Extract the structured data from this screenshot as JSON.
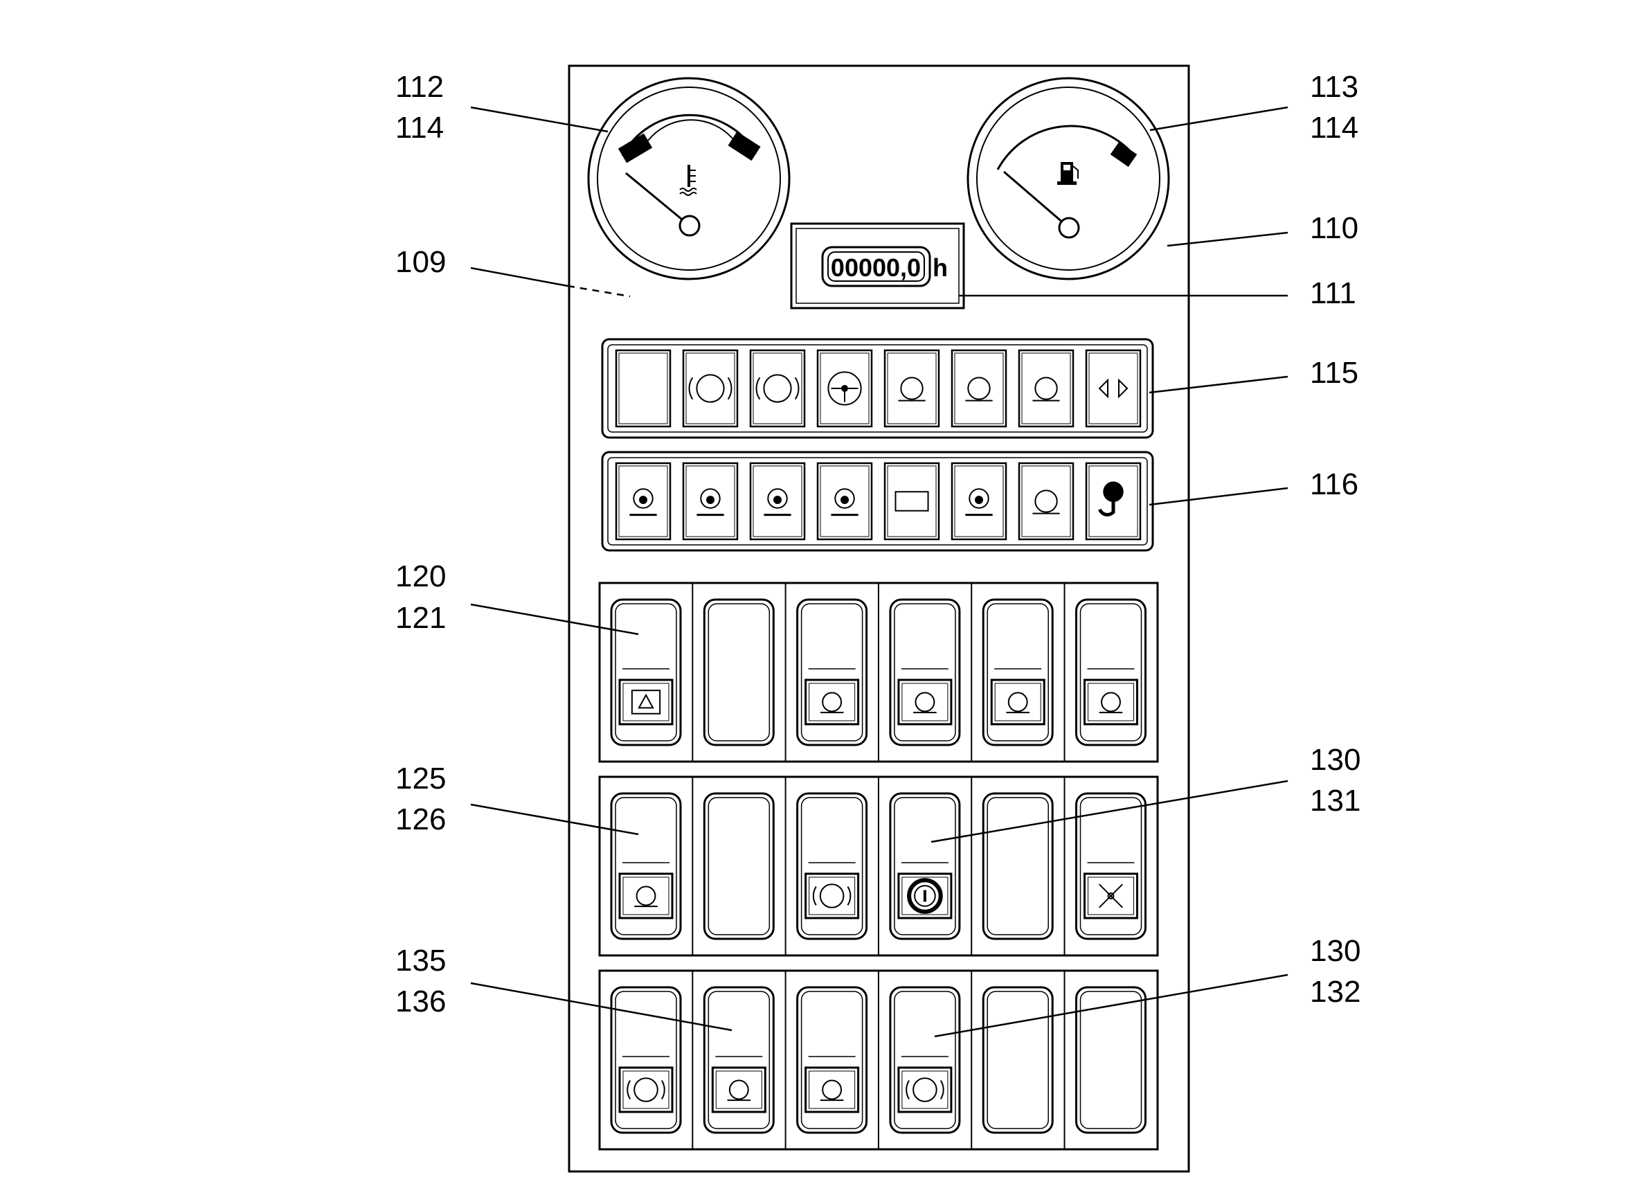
{
  "callouts": {
    "c112": "112",
    "c114a": "114",
    "c113": "113",
    "c114b": "114",
    "c109": "109",
    "c110": "110",
    "c111": "111",
    "c115": "115",
    "c116": "116",
    "c120": "120",
    "c121": "121",
    "c125": "125",
    "c126": "126",
    "c130a": "130",
    "c131": "131",
    "c135": "135",
    "c136": "136",
    "c130b": "130",
    "c132": "132"
  },
  "hour_meter": {
    "value": "00000,0",
    "unit": "h"
  },
  "gauges": {
    "left": {
      "icon": "coolant-temperature-icon"
    },
    "right": {
      "icon": "fuel-icon"
    }
  },
  "warning_row_1": [
    "blank",
    "brake-icon",
    "brake-pressure-icon",
    "steering-icon",
    "preheat-icon",
    "seat-switch-icon",
    "axle-lock-icon",
    "turn-signal-icon"
  ],
  "warning_row_2": [
    "engine-oil-temp-icon",
    "engine-oil-level-icon",
    "engine-oil-pressure-icon",
    "coolant-level-icon",
    "battery-icon",
    "hydraulic-filter-icon",
    "air-filter-icon",
    "load-hook-icon"
  ],
  "switch_rows": [
    [
      "hazard-icon",
      "blank",
      "work-light-icon",
      "headlight-icon",
      "front-wiper-icon",
      "rear-wiper-icon"
    ],
    [
      "horn-icon",
      "blank",
      "parking-brake-icon",
      "transmission-icon",
      "blank",
      "fan-icon"
    ],
    [
      "brake-icon",
      "axle-icon",
      "differential-lock-icon",
      "creep-speed-icon",
      "blank",
      "blank"
    ]
  ]
}
